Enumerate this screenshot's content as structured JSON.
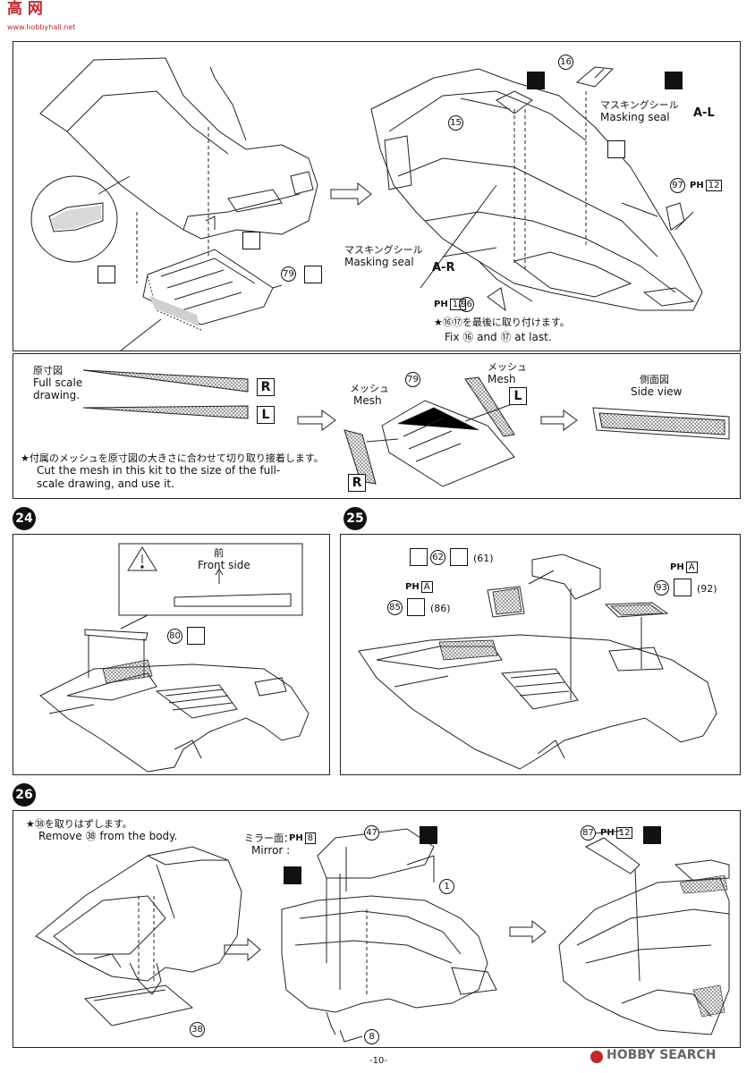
{
  "watermark_top": {
    "site": "高 网",
    "url": "www.hobbyhall.net"
  },
  "panel_top": {
    "masking_seal_jp_1": "マスキングシール",
    "masking_seal_en_1": "Masking seal",
    "masking_seal_jp_2": "マスキングシール",
    "masking_seal_en_2": "Masking seal",
    "a_l": "A-L",
    "a_r": "A-R",
    "ph12_a": "12",
    "ph12_b": "12",
    "fix_jp": "★⑯⑰を最後に取り付けます。",
    "fix_en": "Fix ⑯ and ⑰ at last.",
    "part_16": "16",
    "part_15": "15",
    "part_97": "97",
    "part_96": "96",
    "part_79": "79"
  },
  "panel_mesh": {
    "full_scale_jp": "原寸図",
    "full_scale_en_1": "Full scale",
    "full_scale_en_2": "drawing.",
    "r": "R",
    "l": "L",
    "mesh_jp_1": "メッシュ",
    "mesh_en_1": "Mesh",
    "mesh_jp_2": "メッシュ",
    "mesh_en_2": "Mesh",
    "part_79": "79",
    "side_view_jp": "側面図",
    "side_view_en": "Side view",
    "note_jp": "★付属のメッシュを原寸図の大きさに合わせて切り取り接着します。",
    "note_en_1": "Cut the mesh in this kit to the size of the full-",
    "note_en_2": "scale drawing, and use it.",
    "r2": "R",
    "l2": "L"
  },
  "step24": {
    "number": "24",
    "front_jp": "前",
    "front_en": "Front side",
    "part_80": "80"
  },
  "step25": {
    "number": "25",
    "part_62": "62",
    "part_61": "(61)",
    "part_85": "85",
    "part_86": "(86)",
    "part_93": "93",
    "part_92": "(92)"
  },
  "step26": {
    "number": "26",
    "remove_jp": "★㊳を取りはずします。",
    "remove_en": "Remove ㊳ from the body.",
    "mirror_jp": "ミラー面：",
    "mirror_en": "Mirror :",
    "ph8": "8",
    "ph12": "12",
    "part_47": "47",
    "part_1": "1",
    "part_87": "87",
    "part_38": "38",
    "part_8": "8"
  },
  "footer": {
    "page": "-10-",
    "brand": "HOBBY SEARCH"
  }
}
